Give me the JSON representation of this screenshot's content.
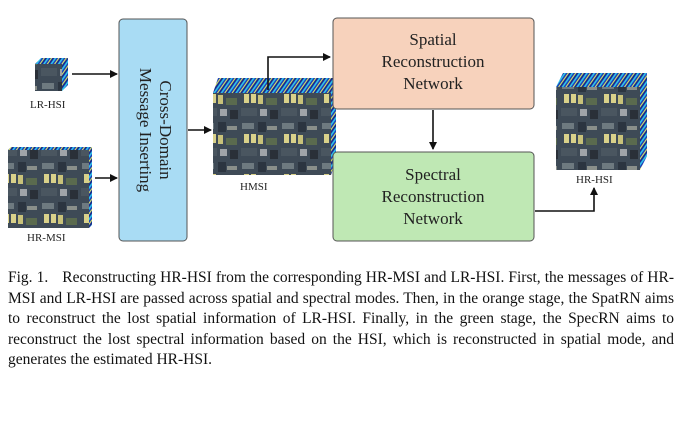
{
  "figure": {
    "inputs": {
      "lr_hsi": "LR-HSI",
      "hr_msi": "HR-MSI"
    },
    "cdmi": {
      "line1": "Cross-Domain",
      "line2": "Message Inserting"
    },
    "hmsi": "HMSI",
    "spatial": {
      "line1": "Spatial",
      "line2": "Reconstruction",
      "line3": "Network"
    },
    "spectral": {
      "line1": "Spectral",
      "line2": "Reconstruction",
      "line3": "Network"
    },
    "output": "HR-HSI",
    "colors": {
      "cdmi_fill": "#a9dcf4",
      "spatial_fill": "#f7d2bc",
      "spectral_fill": "#bfe8b4",
      "box_stroke": "#555555"
    }
  },
  "caption": {
    "lead": "Fig. 1.",
    "text": "Reconstructing HR-HSI from the corresponding HR-MSI and LR-HSI. First, the messages of HR-MSI and LR-HSI are passed across spatial and spectral modes. Then, in the orange stage, the SpatRN aims to reconstruct the lost spatial information of LR-HSI. Finally, in the green stage, the SpecRN aims to reconstruct the lost spectral information based on the HSI, which is reconstructed in spatial mode, and generates the estimated HR-HSI."
  }
}
